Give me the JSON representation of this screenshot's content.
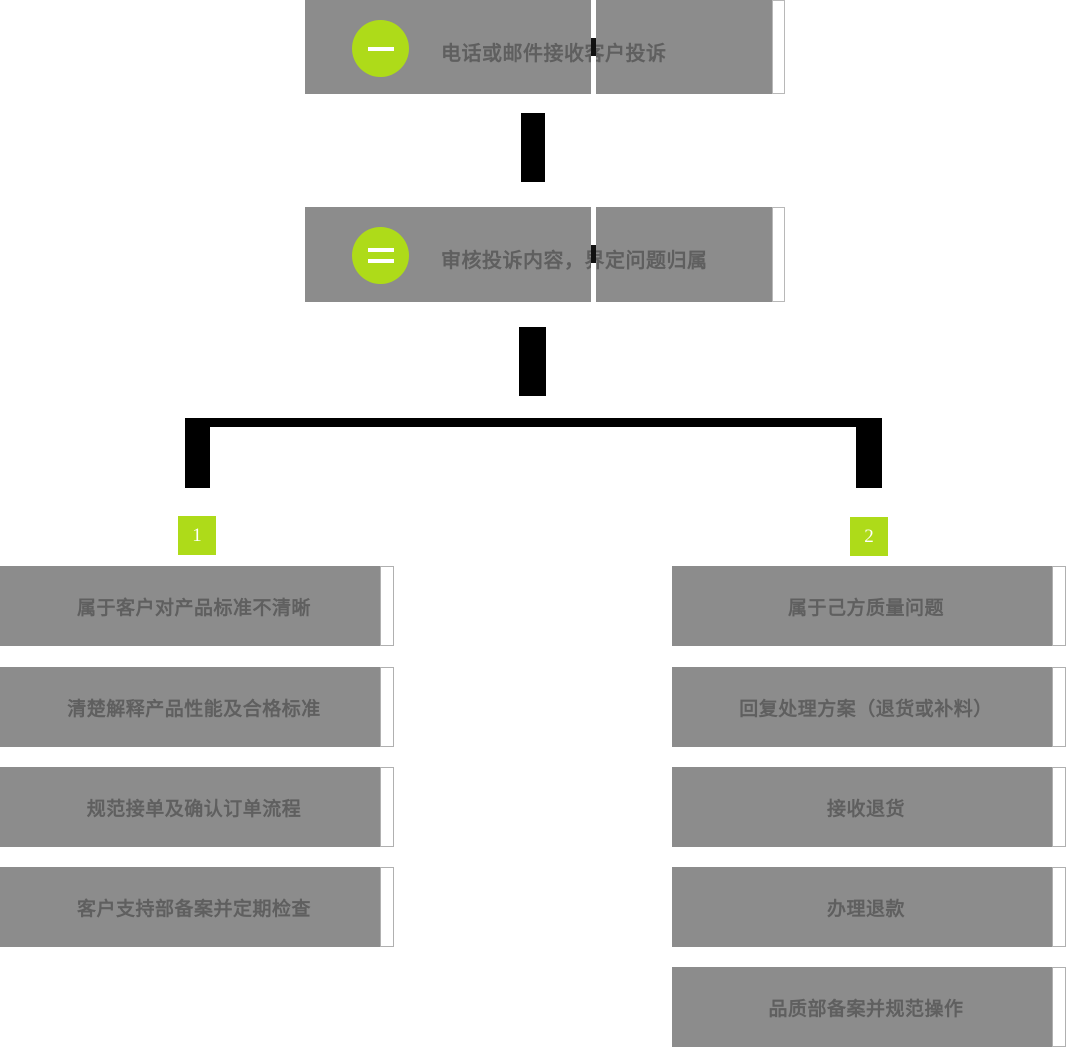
{
  "diagram": {
    "type": "flowchart",
    "accent_color": "#aedb19",
    "box_color": "#8c8c8c",
    "text_color": "#5f5f5f",
    "connector_color": "#000000",
    "steps": [
      {
        "marker": "一",
        "marker_strokes": 1,
        "title": "电话或邮件接收客户投诉"
      },
      {
        "marker": "二",
        "marker_strokes": 2,
        "title": "审核投诉内容，界定问题归属"
      }
    ],
    "branches": [
      {
        "badge": "1",
        "items": [
          "属于客户对产品标准不清晰",
          "清楚解释产品性能及合格标准",
          "规范接单及确认订单流程",
          "客户支持部备案并定期检查"
        ]
      },
      {
        "badge": "2",
        "items": [
          "属于己方质量问题",
          "回复处理方案（退货或补料）",
          "接收退货",
          "办理退款",
          "品质部备案并规范操作"
        ]
      }
    ]
  }
}
